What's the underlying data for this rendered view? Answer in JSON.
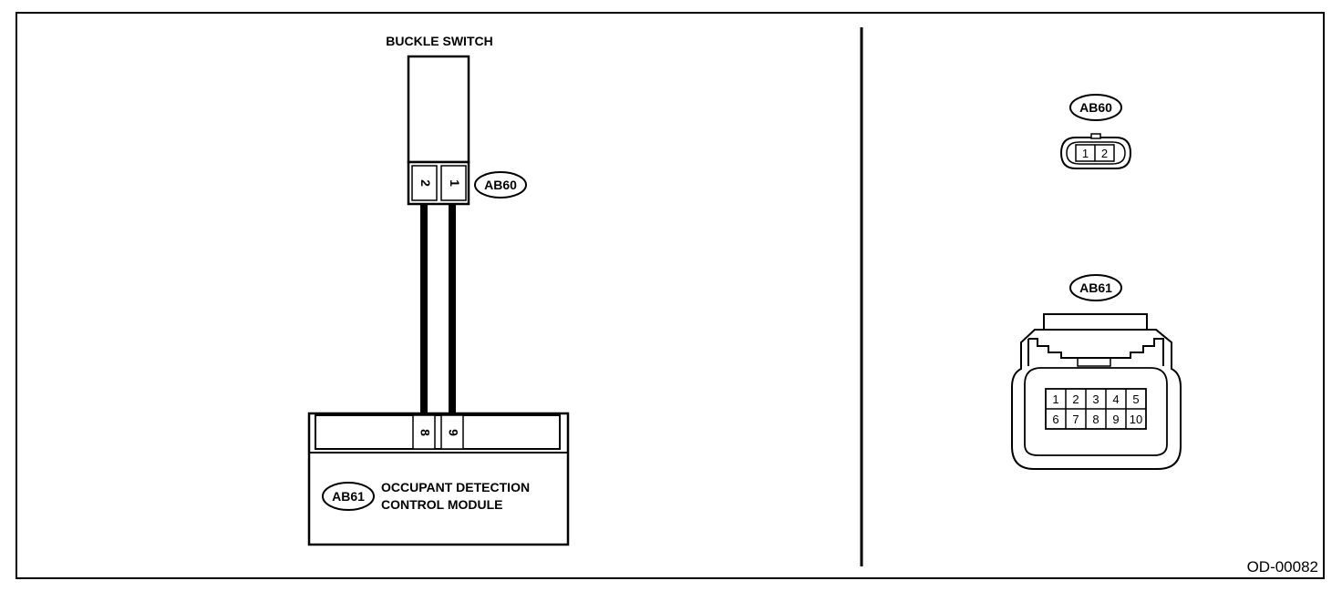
{
  "diagram": {
    "switch_title": "BUCKLE SWITCH",
    "switch_connector": "AB60",
    "switch_pins": [
      "2",
      "1"
    ],
    "module_connector": "AB61",
    "module_pins": [
      "8",
      "9"
    ],
    "module_label": [
      "OCCUPANT DETECTION",
      "CONTROL MODULE"
    ],
    "figure_id": "OD-00082"
  },
  "connector_views": {
    "ab60": {
      "label": "AB60",
      "pins": [
        "1",
        "2"
      ]
    },
    "ab61": {
      "label": "AB61",
      "rows": [
        [
          "1",
          "2",
          "3",
          "4",
          "5"
        ],
        [
          "6",
          "7",
          "8",
          "9",
          "10"
        ]
      ]
    }
  }
}
